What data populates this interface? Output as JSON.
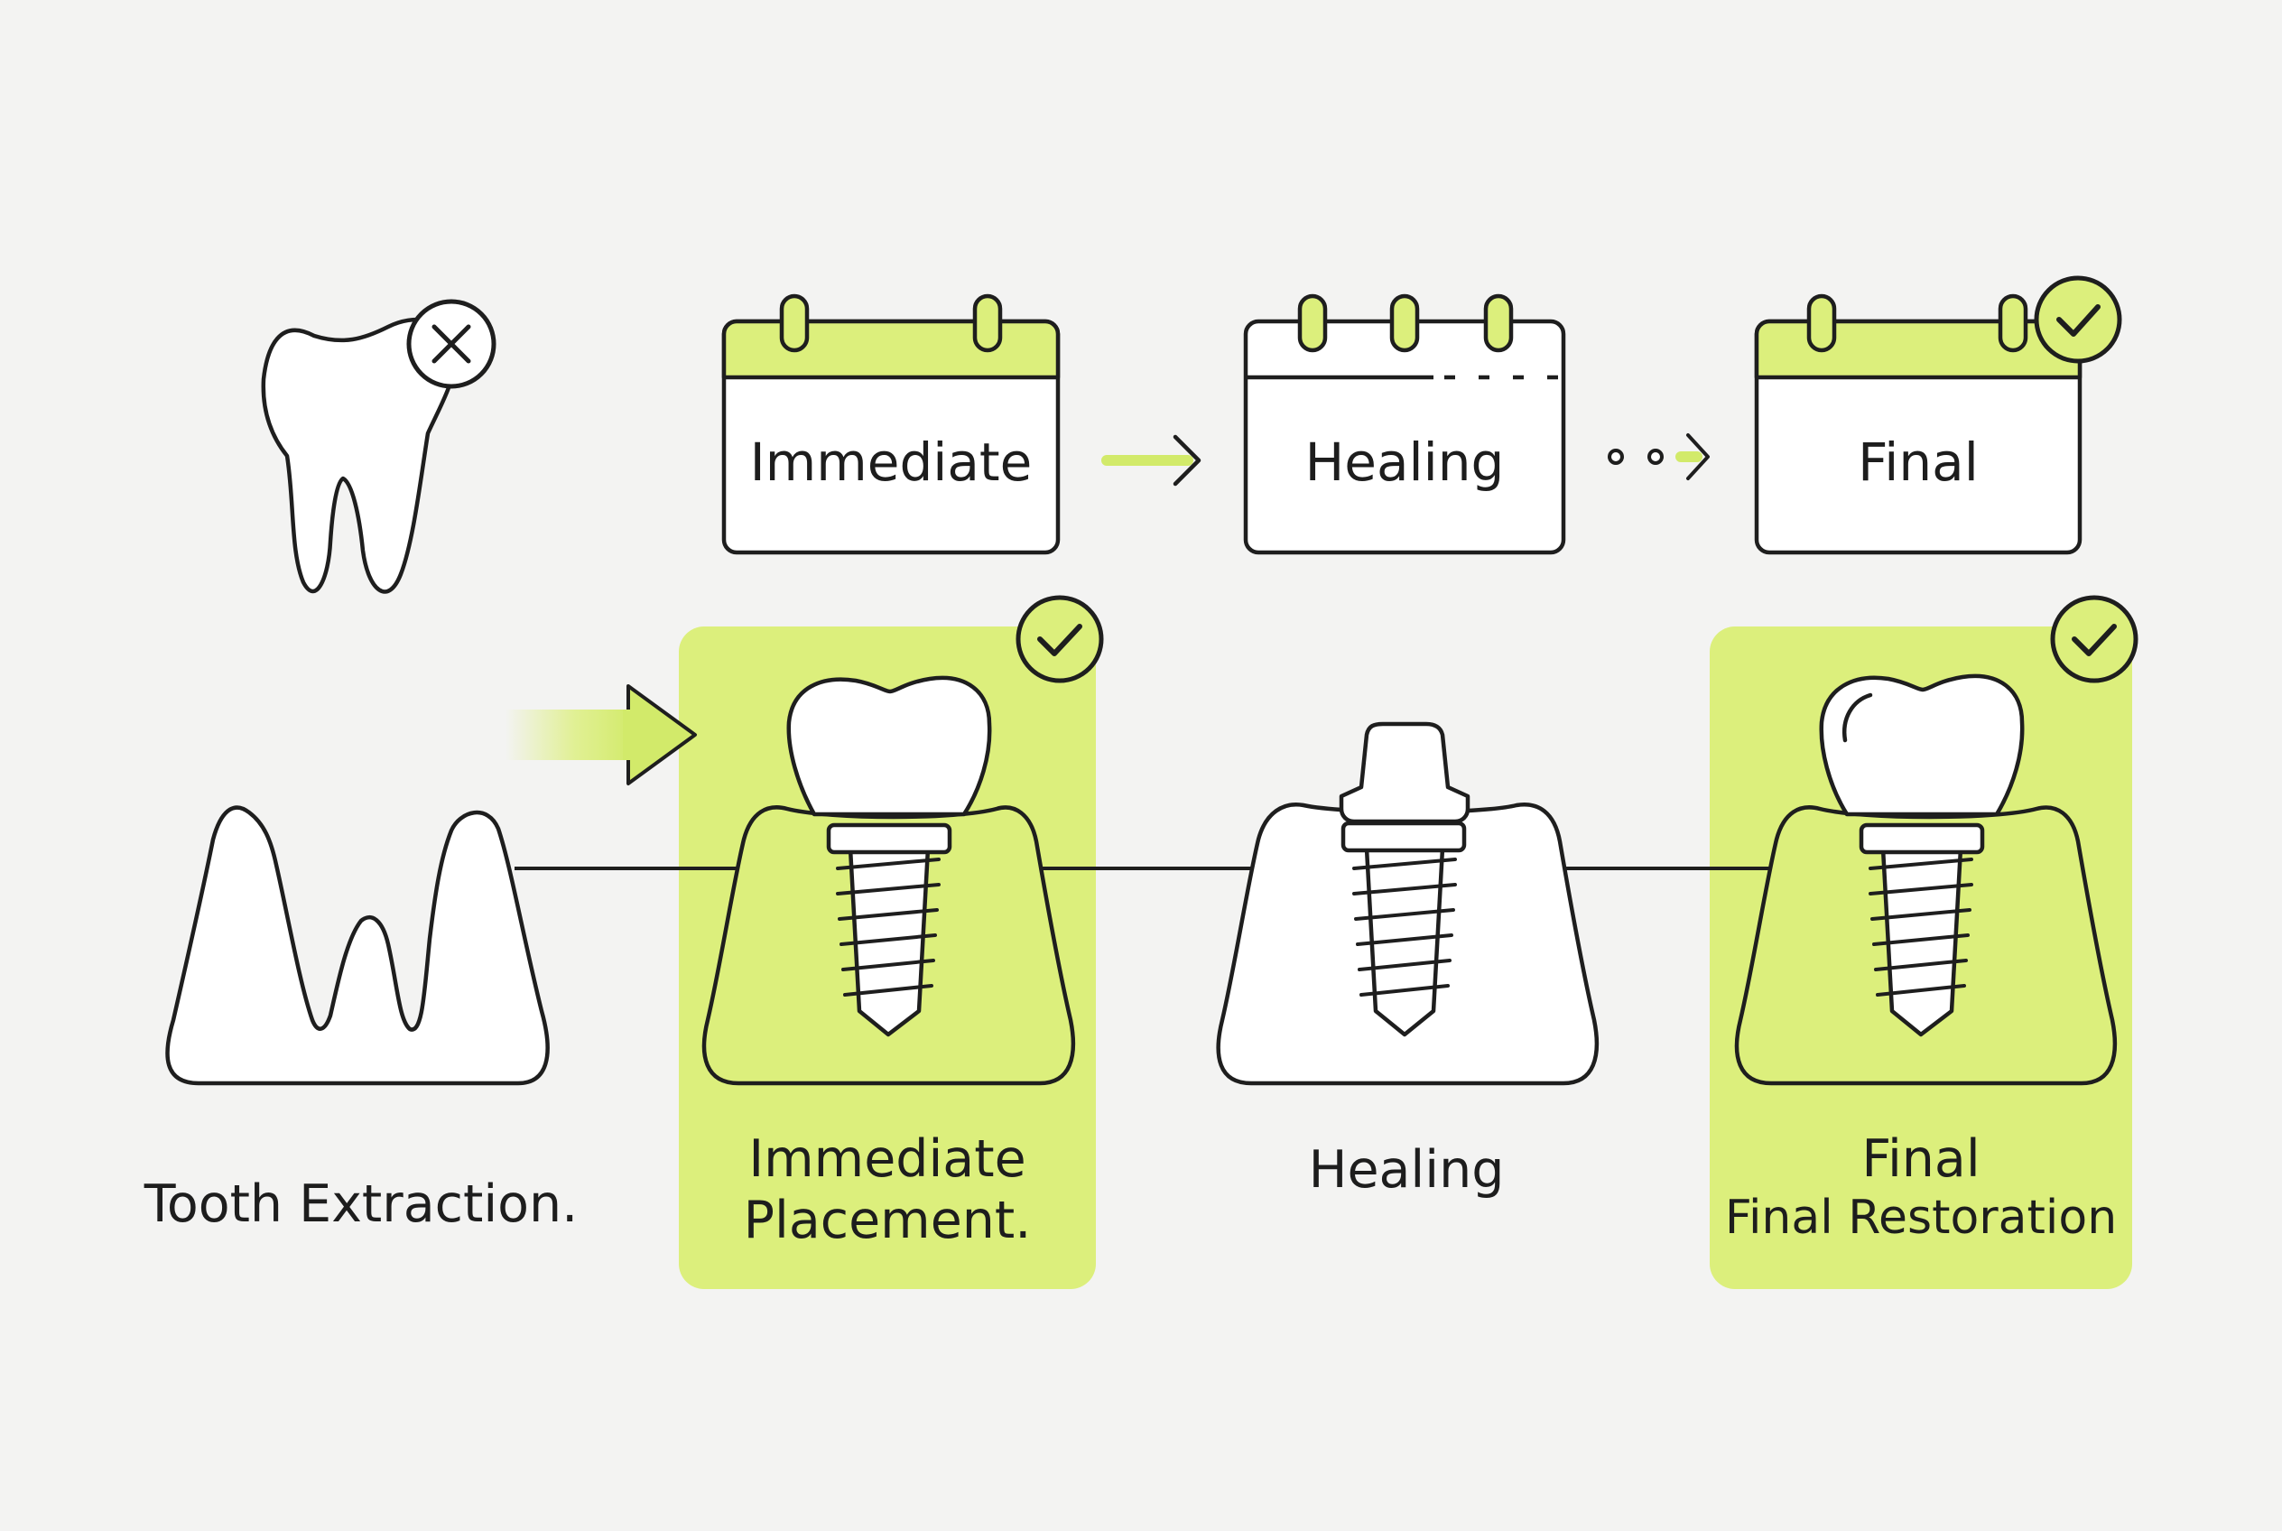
{
  "theme": {
    "accent": "#dcef7c",
    "accent_strong": "#c7e35a",
    "stroke": "#1e1e1e",
    "background": "#f3f3f2",
    "fill": "#ffffff"
  },
  "calendars": [
    {
      "label": "Immediate",
      "icon": "calendar-icon"
    },
    {
      "label": "Healing",
      "icon": "calendar-icon"
    },
    {
      "label": "Final",
      "icon": "calendar-check-icon"
    }
  ],
  "steps": [
    {
      "lines": [
        "Tooth Extraction."
      ],
      "highlighted": false,
      "icon": "extraction-socket-icon"
    },
    {
      "lines": [
        "Immediate",
        "Placement."
      ],
      "highlighted": true,
      "icon": "implant-crown-icon"
    },
    {
      "lines": [
        "Healing"
      ],
      "highlighted": false,
      "icon": "implant-healing-abutment-icon"
    },
    {
      "lines": [
        "Final",
        "Final Restoration"
      ],
      "highlighted": true,
      "icon": "implant-final-crown-icon"
    }
  ]
}
